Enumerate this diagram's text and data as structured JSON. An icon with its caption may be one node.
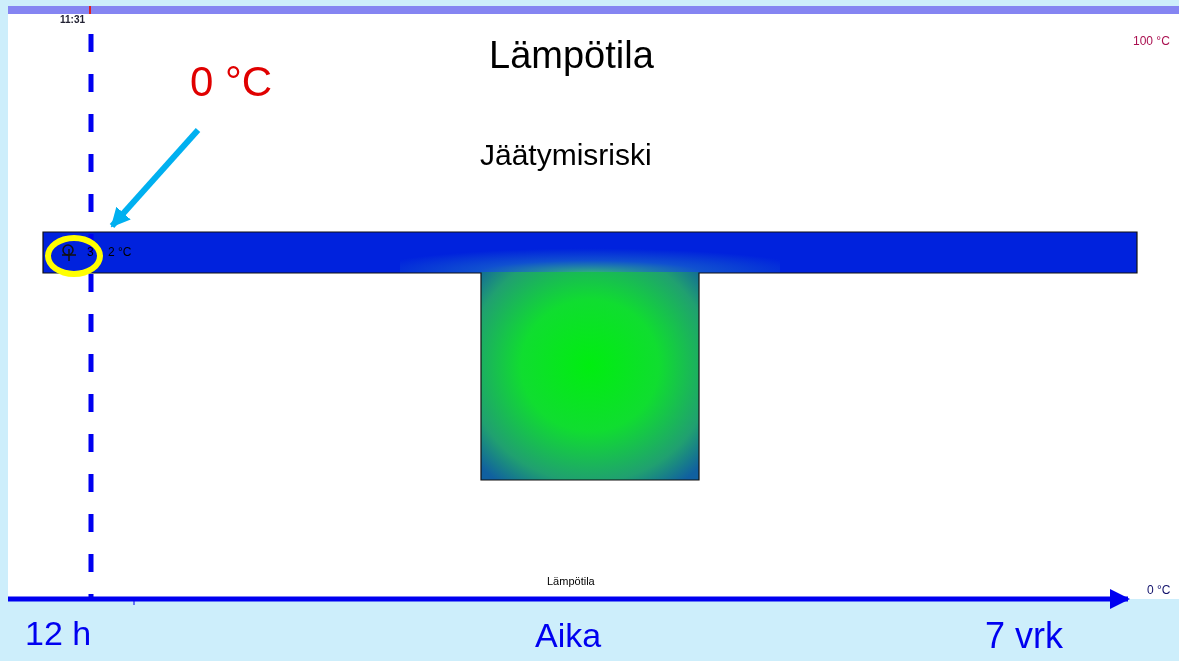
{
  "diagram": {
    "title": "Lämpötila",
    "nodes": [
      {
        "text": [
          "0 °C"
        ]
      },
      {
        "text": [],
        "shape": "circle"
      }
    ],
    "edges": [
      {
        "from": 0,
        "to": 1,
        "arrow": "to",
        "color": "#00b0f0"
      }
    ],
    "labels": [
      "11:31",
      "100 °C",
      "Jäätymisriski",
      "3",
      "2 °C",
      "Lämpötila",
      "0 °C",
      "12 h",
      "Aika",
      "7 vrk"
    ]
  }
}
